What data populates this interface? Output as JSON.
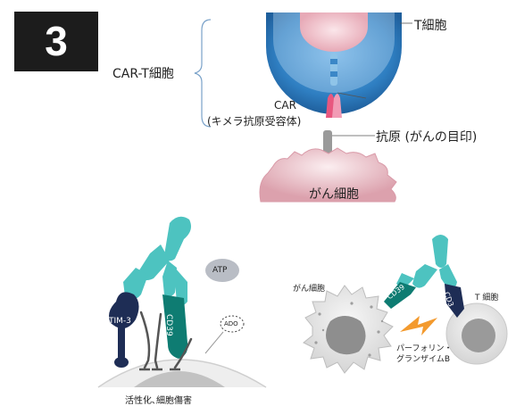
{
  "step_number": "3",
  "top_panel": {
    "car_t_cell_label": "CAR-T細胞",
    "t_cell_label": "T細胞",
    "car_label": "CAR",
    "car_sub_label": "(キメラ抗原受容体)",
    "antigen_label": "抗原 (がんの目印)",
    "cancer_cell_label": "がん細胞"
  },
  "bottom_left_panel": {
    "tim3_label": "TIM-3",
    "cd39_label": "CD39",
    "atp_label": "ATP",
    "ado_label": "ADO",
    "caption": "活性化､細胞傷害"
  },
  "bottom_right_panel": {
    "cancer_cell_label": "がん細胞",
    "t_cell_label": "T 細胞",
    "cd39_label": "CD39",
    "cd3_label": "CD3",
    "perforin_label_line1": "パーフォリン・",
    "perforin_label_line2": "グランザイムB"
  },
  "colors": {
    "badge_bg": "#1c1c1c",
    "t_cell_blue": "#2f7fc2",
    "cancer_pink": "#efc7cd",
    "car_pink": "#e8577f",
    "antibody_teal": "#4dc3c0",
    "cd39_dark_teal": "#0e7c72",
    "tim3_navy": "#1e2d55",
    "arrow_orange": "#f39a2e"
  }
}
